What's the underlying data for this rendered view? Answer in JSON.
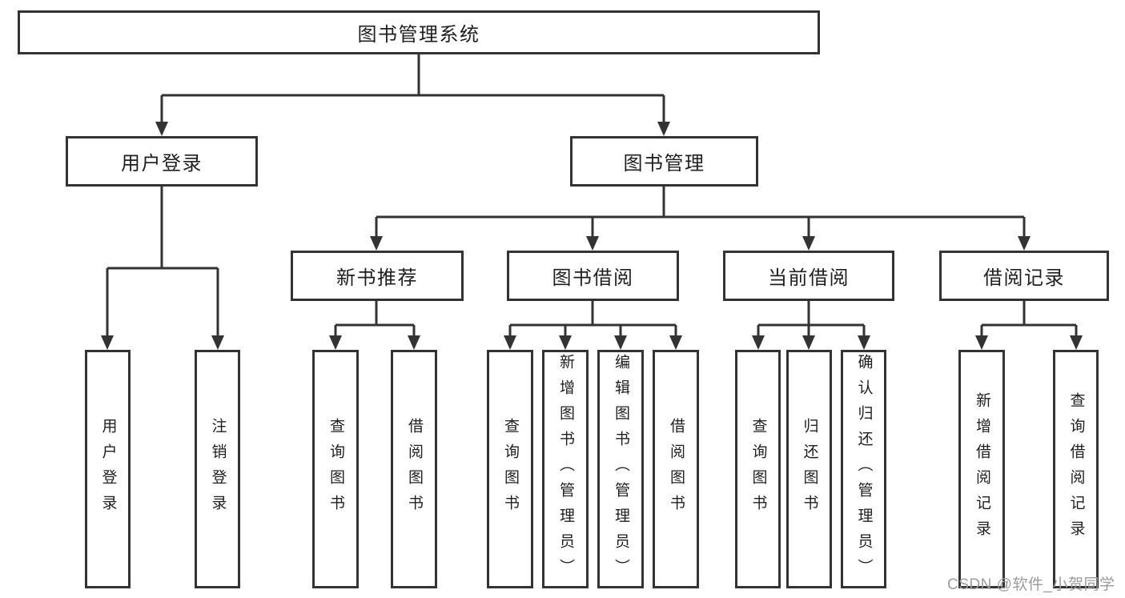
{
  "diagram": {
    "title": "图书管理系统",
    "type": "function-structure-tree",
    "colors": {
      "line": "#333333",
      "node_border": "#333333",
      "node_fill": "#ffffff",
      "text": "#1f1f1f",
      "watermark": "#9c9c9c",
      "background": "#ffffff"
    },
    "nodes": {
      "root": {
        "label": "图书管理系统"
      },
      "level2": [
        {
          "label": "用户登录"
        },
        {
          "label": "图书管理"
        }
      ],
      "level3": [
        {
          "label": "新书推荐",
          "parent": "图书管理"
        },
        {
          "label": "图书借阅",
          "parent": "图书管理"
        },
        {
          "label": "当前借阅",
          "parent": "图书管理"
        },
        {
          "label": "借阅记录",
          "parent": "图书管理"
        }
      ],
      "leaves": [
        {
          "label": "用户登录",
          "parent": "用户登录"
        },
        {
          "label": "注销登录",
          "parent": "用户登录"
        },
        {
          "label": "查询图书",
          "parent": "新书推荐"
        },
        {
          "label": "借阅图书",
          "parent": "新书推荐"
        },
        {
          "label": "查询图书",
          "parent": "图书借阅"
        },
        {
          "label": "新增图书（管理员）",
          "parent": "图书借阅"
        },
        {
          "label": "编辑图书（管理员）",
          "parent": "图书借阅"
        },
        {
          "label": "借阅图书",
          "parent": "图书借阅"
        },
        {
          "label": "查询图书",
          "parent": "当前借阅"
        },
        {
          "label": "归还图书",
          "parent": "当前借阅"
        },
        {
          "label": "确认归还（管理员）",
          "parent": "当前借阅"
        },
        {
          "label": "新增借阅记录",
          "parent": "借阅记录"
        },
        {
          "label": "查询借阅记录",
          "parent": "借阅记录"
        }
      ]
    }
  },
  "watermark": {
    "text": "CSDN @软件_小贺同学"
  }
}
